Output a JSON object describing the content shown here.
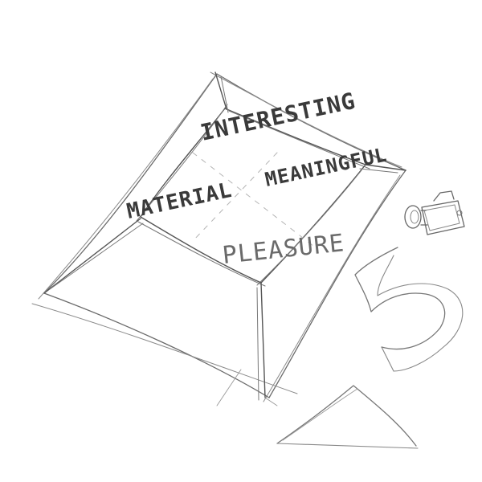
{
  "sketch": {
    "labels": {
      "interesting": "INTERESTING",
      "material": "MATERIAL",
      "meaningful": "MEANINGFUL",
      "pleasure": "PLEASURE"
    },
    "colors": {
      "background": "#ffffff",
      "pencil_dark": "#3a3a3a",
      "pencil_mid": "#6a6a6a",
      "pencil_light": "#9a9a9a"
    },
    "icons": [
      "camera-icon",
      "curved-arrow-icon",
      "triangle-shape"
    ]
  }
}
